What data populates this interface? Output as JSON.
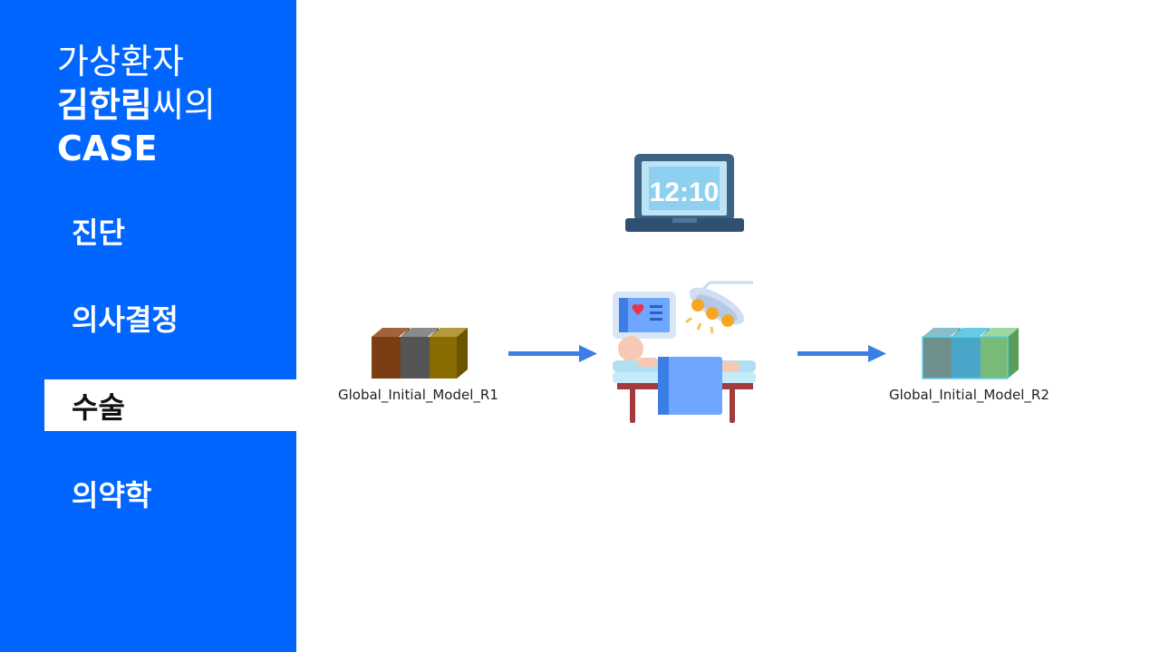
{
  "title": {
    "line1": "가상환자",
    "line2_bold": "김한림",
    "line2_rest": "씨의",
    "line3": "CASE"
  },
  "menu": [
    {
      "label": "진단",
      "active": false
    },
    {
      "label": "의사결정",
      "active": false
    },
    {
      "label": "수술",
      "active": true
    },
    {
      "label": "의약학",
      "active": false
    }
  ],
  "laptop": {
    "clock": "12:10"
  },
  "models": {
    "input": "Global_Initial_Model_R1",
    "output": "Global_Initial_Model_R2"
  },
  "colors": {
    "sidebar": "#0066ff",
    "arrow": "#3a7ee6"
  }
}
